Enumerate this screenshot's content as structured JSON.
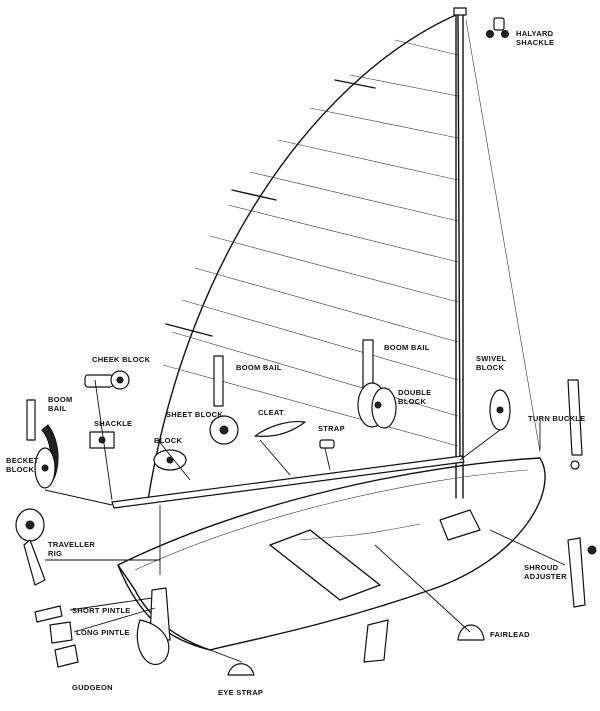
{
  "labels": {
    "halyard_shackle": [
      "HALYARD",
      "SHACKLE"
    ],
    "cheek_block": "CHEEK BLOCK",
    "boom_bail_left": [
      "BOOM",
      "BAIL"
    ],
    "becket_block": [
      "BECKET",
      "BLOCK"
    ],
    "shackle": "SHACKLE",
    "block": "BLOCK",
    "boom_bail_center": "BOOM BAIL",
    "sheet_block": "SHEET BLOCK",
    "cleat": "CLEAT",
    "strap": "STRAP",
    "boom_bail_right": "BOOM BAIL",
    "double_block": [
      "DOUBLE",
      "BLOCK"
    ],
    "swivel_block": [
      "SWIVEL",
      "BLOCK"
    ],
    "turn_buckle": "TURN BUCKLE",
    "traveller_rig": [
      "TRAVELLER",
      "RIG"
    ],
    "shroud_adjuster": [
      "SHROUD",
      "ADJUSTER"
    ],
    "short_pintle": "SHORT PINTLE",
    "long_pintle": "LONG PINTLE",
    "gudgeon": "GUDGEON",
    "eye_strap": "EYE STRAP",
    "fairlead": "FAIRLEAD"
  }
}
